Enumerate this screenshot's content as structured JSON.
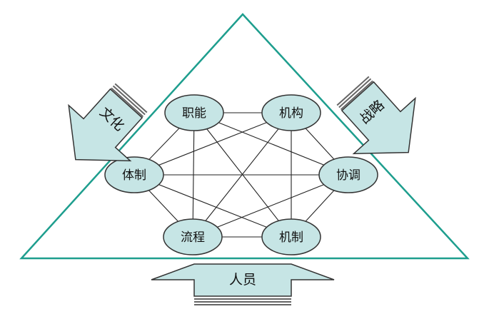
{
  "diagram": {
    "nodes": [
      {
        "id": "zhineng",
        "label": "职能"
      },
      {
        "id": "jigou",
        "label": "机构"
      },
      {
        "id": "tizhi",
        "label": "体制"
      },
      {
        "id": "xietiao",
        "label": "协调"
      },
      {
        "id": "liucheng",
        "label": "流程"
      },
      {
        "id": "jizhi",
        "label": "机制"
      }
    ],
    "arrows": {
      "left": {
        "label": "文化"
      },
      "right": {
        "label": "战略"
      },
      "bottom": {
        "label": "人员"
      }
    },
    "colors": {
      "triangle_stroke": "#1e9e8e",
      "node_fill": "#c6e5e5",
      "node_stroke": "#333333",
      "arrow_fill": "#c6e5e5",
      "line": "#222222"
    }
  }
}
